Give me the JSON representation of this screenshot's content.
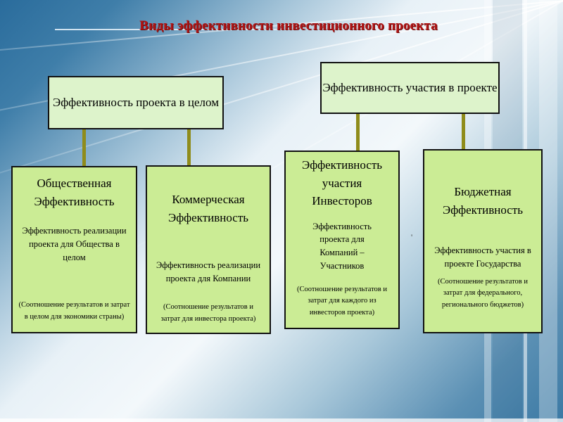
{
  "title": "Виды эффективности инвестиционного проекта",
  "parents": [
    {
      "label": "Эффективность проекта в целом"
    },
    {
      "label": "Эффективность участия в проекте"
    }
  ],
  "cards": [
    {
      "heading": "Общественная Эффективность",
      "body": "Эффективность реализации проекта для Общества в целом",
      "note": "(Соотношение результатов и затрат в целом для экономики страны)"
    },
    {
      "heading": "Коммерческая Эффективность",
      "body": "Эффективность реализации проекта для Компании",
      "note": "(Соотношение результатов и затрат для инвестора проекта)"
    },
    {
      "heading": "Эффективность участия Инвесторов",
      "body": "Эффективность проекта для Компаний – Участников",
      "note": "(Соотношение результатов и затрат для каждого из инвесторов проекта)"
    },
    {
      "heading": "Бюджетная Эффективность",
      "body": "Эффективность участия в проекте Государства",
      "note": "(Соотношение результатов и затрат для федерального, регионального бюджетов)"
    }
  ],
  "decor": {
    "tick": "'"
  },
  "colors": {
    "title_red": "#b11515",
    "parent_box_fill": "#ddf3cb",
    "card_fill": "#cbec95",
    "box_border": "#111111",
    "connector_olive": "#8f8c1b",
    "bg_blue_dark": "#2a6c9c",
    "bg_light": "#f3f8fb",
    "bg_blue_bottom": "#3b79a4"
  }
}
